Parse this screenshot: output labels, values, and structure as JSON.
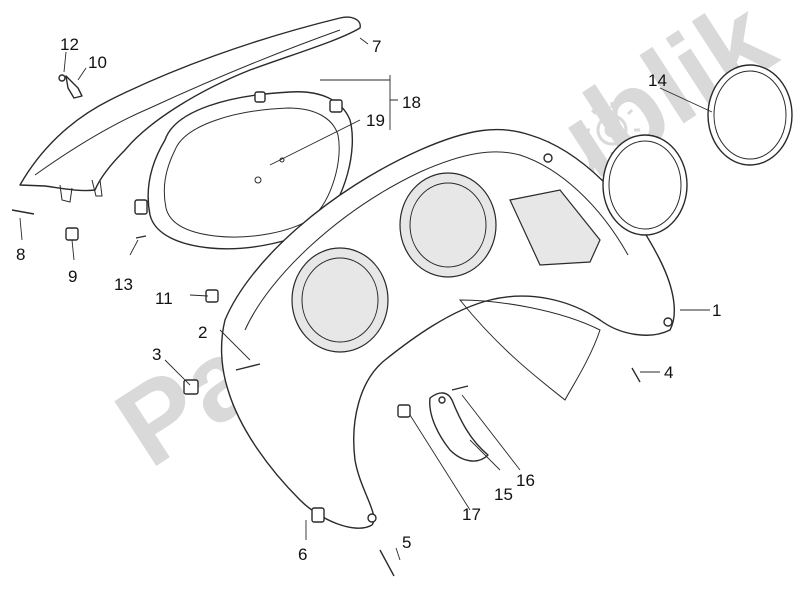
{
  "watermark": {
    "text": "PartsRepublik",
    "color": "#d9d9d9"
  },
  "callouts": {
    "c1": "1",
    "c2": "2",
    "c3": "3",
    "c4": "4",
    "c5": "5",
    "c6": "6",
    "c7": "7",
    "c8": "8",
    "c9": "9",
    "c10": "10",
    "c11": "11",
    "c12": "12",
    "c13": "13",
    "c14": "14",
    "c15": "15",
    "c16": "16",
    "c17": "17",
    "c18": "18",
    "c19": "19"
  },
  "colors": {
    "line": "#2a2a2a",
    "shade": "#e7e7e7",
    "background": "#ffffff"
  }
}
